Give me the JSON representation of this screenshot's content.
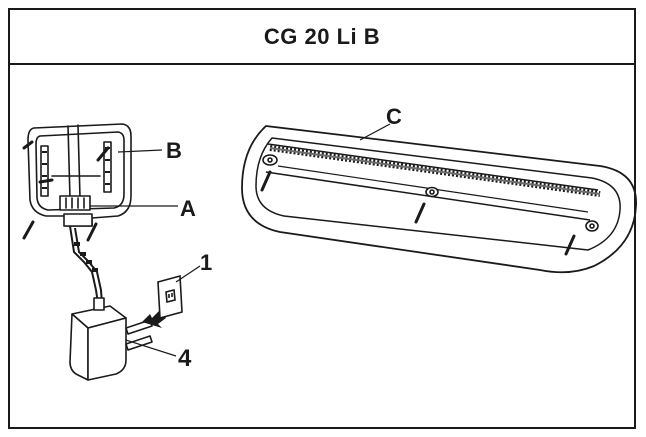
{
  "title": "CG 20 Li B",
  "callouts": {
    "a": "A",
    "b": "B",
    "c": "C",
    "one": "1",
    "four": "4"
  },
  "colors": {
    "line": "#1a1a1a",
    "shade": "#6e6e6e",
    "background": "#ffffff"
  }
}
